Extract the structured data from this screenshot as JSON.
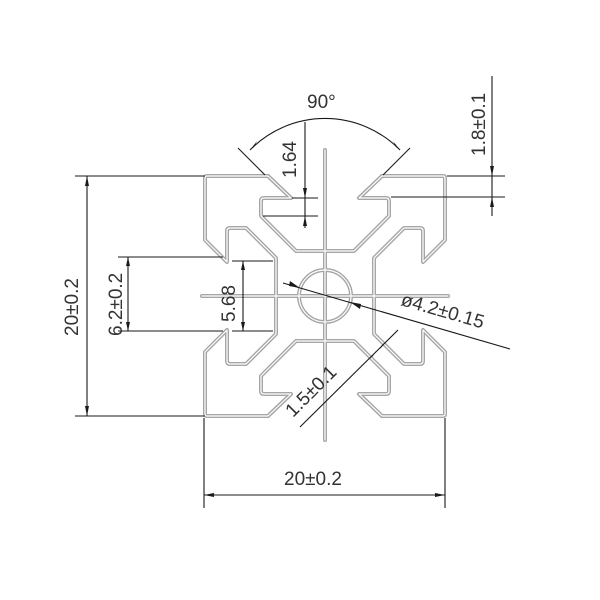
{
  "drawing": {
    "title": "4040-style square aluminium extrusion profile cross-section (20 series, 8-slot)",
    "colors": {
      "profile_stroke": "#a6a6a6",
      "dimension_line": "#1a1a1a",
      "text": "#333333",
      "background": "#ffffff"
    },
    "dimensions": {
      "angle": "90°",
      "slot_lip_depth": "1.64",
      "top_wall_thickness": "1.8±0.1",
      "overall_height": "20±0.2",
      "slot_opening": "6.2±0.2",
      "slot_inner_width": "5.68",
      "center_bore": "ø4.2±0.15",
      "web_thickness": "1.5±0.1",
      "overall_width": "20±0.2"
    }
  }
}
